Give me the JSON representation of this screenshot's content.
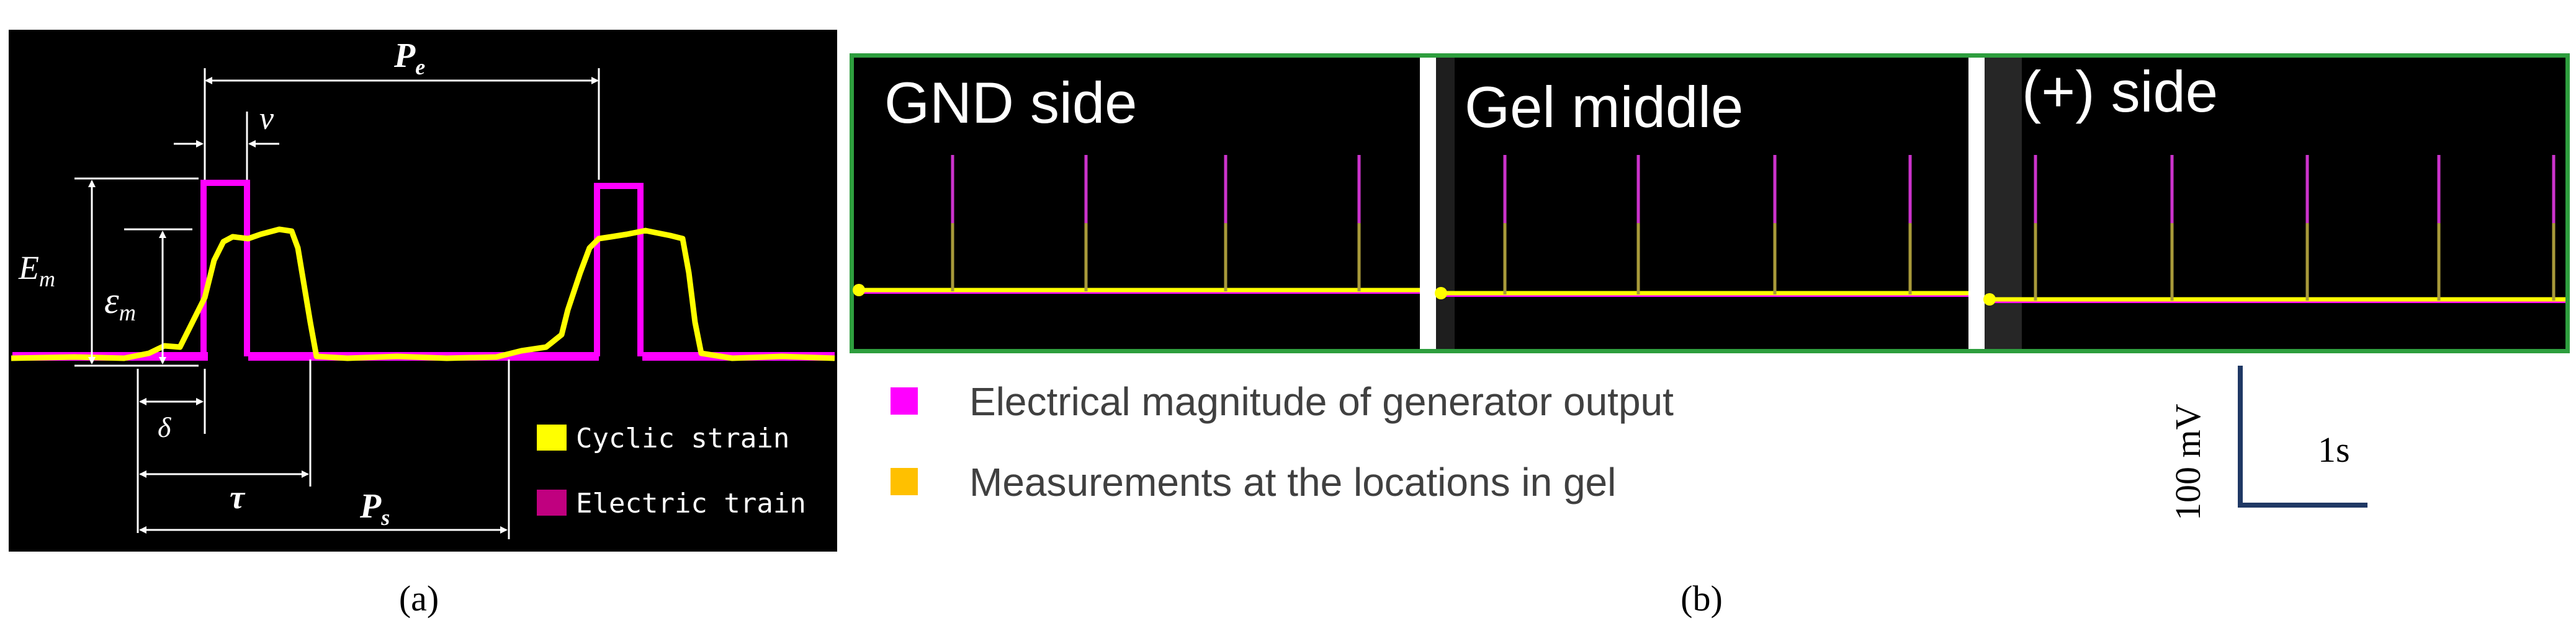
{
  "colors": {
    "scope_bg": "#000000",
    "magenta": "#ff00ff",
    "dark_magenta": "#c0007f",
    "yellow": "#ffff00",
    "legend_yellow": "#ffc000",
    "green_border": "#2e9e3e",
    "scale_bar": "#1f3864",
    "annotation": "#ffffff"
  },
  "panel_a": {
    "label_pe": "P",
    "label_pe_sub": "e",
    "label_v": "v",
    "label_em_big": "E",
    "label_em_big_sub": "m",
    "label_eps": "ε",
    "label_eps_sub": "m",
    "label_delta": "δ",
    "label_tau": "τ",
    "label_ps": "P",
    "label_ps_sub": "s",
    "legend": [
      {
        "label": "Cyclic strain",
        "color": "#ffff00"
      },
      {
        "label": "Electric train",
        "color": "#c0007f"
      }
    ],
    "caption": "(a)"
  },
  "panel_b": {
    "sections": [
      "GND side",
      "Gel middle",
      "(+) side"
    ],
    "legend": [
      {
        "label": "Electrical magnitude of generator output",
        "color": "#ff00ff"
      },
      {
        "label": "Measurements at the locations in gel",
        "color": "#ffc000"
      }
    ],
    "scale_y": "100 mV",
    "scale_x": "1s",
    "caption": "(b)"
  }
}
